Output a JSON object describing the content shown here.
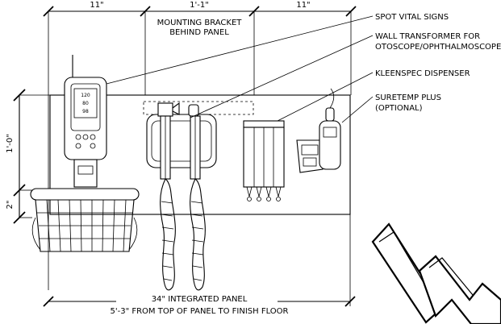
{
  "dimensions": {
    "top_left": "11\"",
    "top_middle": "1'-1\"",
    "top_right": "11\"",
    "left_height": "1'-0\"",
    "left_small": "2\""
  },
  "notes": {
    "bracket_line1": "MOUNTING BRACKET",
    "bracket_line2": "BEHIND PANEL",
    "panel_width": "34\" INTEGRATED PANEL",
    "panel_height": "5'-3\" FROM TOP OF PANEL TO FINISH FLOOR"
  },
  "callouts": {
    "spot_vital_signs": "SPOT VITAL SIGNS",
    "wall_transformer_1": "WALL TRANSFORMER FOR",
    "wall_transformer_2": "OTOSCOPE/OPHTHALMOSCOPE",
    "kleenspec": "KLEENSPEC DISPENSER",
    "suretemp_1": "SURETEMP PLUS",
    "suretemp_2": "(OPTIONAL)"
  },
  "device_screen": {
    "line1": "120",
    "line2": "80",
    "line3": "98"
  }
}
